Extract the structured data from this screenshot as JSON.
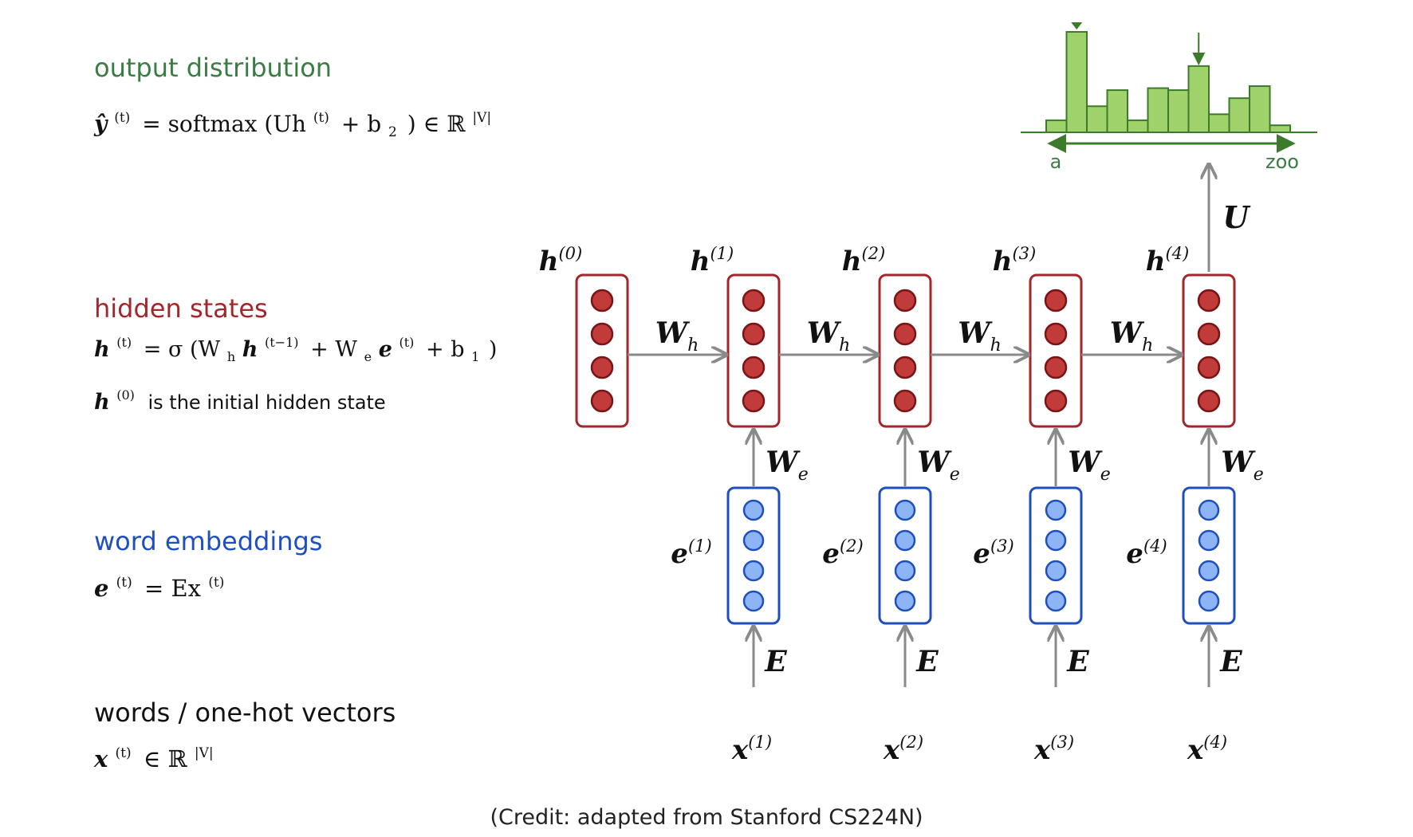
{
  "colors": {
    "output": "#3a7d44",
    "hidden": "#a3262b",
    "embedding": "#1f4fbf",
    "words": "#111111",
    "hidden_fill": "#c23b3b",
    "embed_fill": "#8db4f5",
    "bar_fill": "#9fd26a",
    "bar_stroke": "#3c7a2c",
    "arrow": "#8a8a8a"
  },
  "left_panel": {
    "output": {
      "title": "output distribution",
      "formula_lhs": "ŷ",
      "formula_sup": "(t)",
      "formula_rhs": "= softmax (Uh",
      "formula_rhs2": "+ b",
      "formula_sub": "2",
      "formula_tail": ") ∈ ℝ",
      "formula_tail_sup": "|V|"
    },
    "hidden": {
      "title": "hidden states",
      "formula_lhs": "h",
      "formula_sup": "(t)",
      "formula_rhs": "= σ (W",
      "formula_rhs_sub": "h",
      "formula_mid": "h",
      "formula_mid_sup": "(t−1)",
      "formula_mid2": "+ W",
      "formula_mid2_sub": "e",
      "formula_mid3": "e",
      "formula_mid3_sup": "(t)",
      "formula_tail": "+ b",
      "formula_tail_sub": "1",
      "formula_close": ")",
      "note_h": "h",
      "note_sup": "(0)",
      "note_text": "is the initial hidden state"
    },
    "embedding": {
      "title": "word embeddings",
      "formula_lhs": "e",
      "formula_sup": "(t)",
      "formula_rhs": "= Ex",
      "formula_rhs_sup": "(t)"
    },
    "words": {
      "title": "words / one-hot vectors",
      "formula_lhs": "x",
      "formula_sup": "(t)",
      "formula_rhs": "∈ ℝ",
      "formula_rhs_sup": "|V|"
    }
  },
  "diagram": {
    "hidden_labels": [
      {
        "base": "h",
        "sup": "(0)"
      },
      {
        "base": "h",
        "sup": "(1)"
      },
      {
        "base": "h",
        "sup": "(2)"
      },
      {
        "base": "h",
        "sup": "(3)"
      },
      {
        "base": "h",
        "sup": "(4)"
      }
    ],
    "embed_labels": [
      {
        "base": "e",
        "sup": "(1)"
      },
      {
        "base": "e",
        "sup": "(2)"
      },
      {
        "base": "e",
        "sup": "(3)"
      },
      {
        "base": "e",
        "sup": "(4)"
      }
    ],
    "word_labels": [
      {
        "base": "x",
        "sup": "(1)"
      },
      {
        "base": "x",
        "sup": "(2)"
      },
      {
        "base": "x",
        "sup": "(3)"
      },
      {
        "base": "x",
        "sup": "(4)"
      }
    ],
    "wh_label": {
      "base": "W",
      "sub": "h"
    },
    "we_label": {
      "base": "W",
      "sub": "e"
    },
    "e_matrix_label": "E",
    "u_label": "U",
    "units_per_vector": 4
  },
  "histogram": {
    "relative_heights": [
      0.12,
      1.0,
      0.26,
      0.42,
      0.12,
      0.44,
      0.42,
      0.66,
      0.18,
      0.34,
      0.46,
      0.07
    ],
    "marked_bars": [
      1,
      7
    ],
    "axis_left_label": "a",
    "axis_right_label": "zoo"
  },
  "credit": "(Credit: adapted from Stanford CS224N)"
}
